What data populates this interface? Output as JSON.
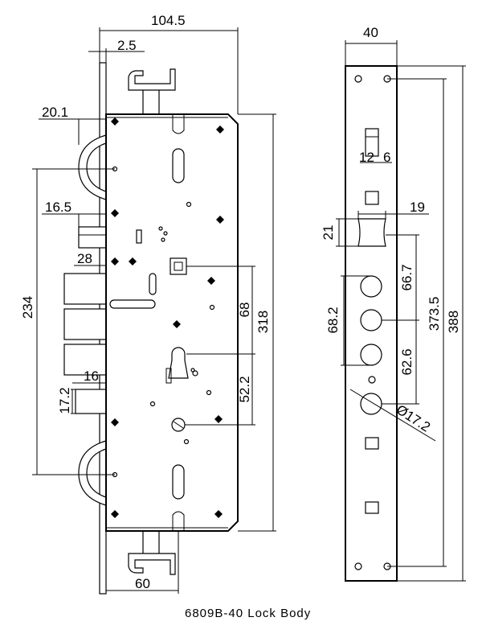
{
  "caption": "6809B-40 Lock Body",
  "front_view": {
    "width_overall": "104.5",
    "faceplate_offset": "2.5",
    "latch_projection": "20.1",
    "bolt_projection": "16.5",
    "bolt_height": "28",
    "bolt_span": "234",
    "hook_projection": "16",
    "hook_height": "17.2",
    "backset": "60",
    "follower_to_cylinder": "68",
    "body_height": "318",
    "cylinder_to_lower": "52.2"
  },
  "side_view": {
    "faceplate_width": "40",
    "slot_width": "12",
    "slot_offset": "6",
    "latch_opening_width": "19",
    "latch_opening_height": "21",
    "hole_pitch": "68.2",
    "latch_to_bolt": "66.7",
    "bolt_to_cylinder": "62.6",
    "cylinder_hole_diameter": "Ø17.2",
    "screw_pitch": "373.5",
    "faceplate_length": "388"
  }
}
